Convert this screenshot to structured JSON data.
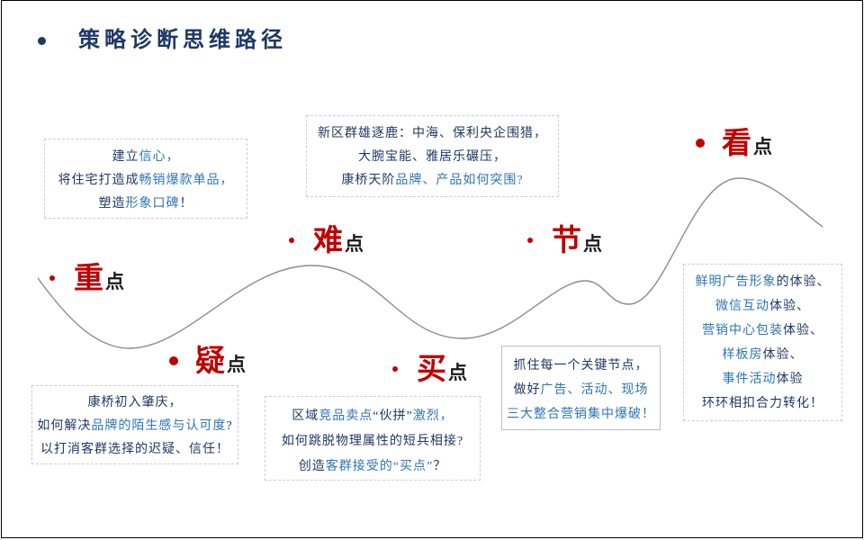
{
  "slide": {
    "title": "策略诊断思维路径"
  },
  "colors": {
    "dark": "#1F3864",
    "blue": "#2E74B5",
    "red": "#C00000",
    "black": "#1A1A1A",
    "curve": "#8C8C8C",
    "border": "#CDCDCD"
  },
  "points": [
    {
      "key": "zhong",
      "big": "重",
      "suffix": "点"
    },
    {
      "key": "yi",
      "big": "疑",
      "suffix": "点"
    },
    {
      "key": "nan",
      "big": "难",
      "suffix": "点"
    },
    {
      "key": "mai",
      "big": "买",
      "suffix": "点"
    },
    {
      "key": "jie",
      "big": "节",
      "suffix": "点"
    },
    {
      "key": "kan",
      "big": "看",
      "suffix": "点"
    }
  ],
  "boxes": {
    "confidence": {
      "lines": [
        [
          {
            "t": "建立",
            "c": "d"
          },
          {
            "t": "信心，",
            "c": "b"
          }
        ],
        [
          {
            "t": "将住宅打造成",
            "c": "d"
          },
          {
            "t": "畅销爆款单品，",
            "c": "b"
          }
        ],
        [
          {
            "t": "塑造",
            "c": "d"
          },
          {
            "t": "形象口碑",
            "c": "b"
          },
          {
            "t": "！",
            "c": "d"
          }
        ]
      ]
    },
    "competition": {
      "lines": [
        [
          {
            "t": "新区群雄逐鹿：中海、保利央企围猎，",
            "c": "d"
          }
        ],
        [
          {
            "t": "大腕宝能、雅居乐碾压，",
            "c": "d"
          }
        ],
        [
          {
            "t": "康桥天阶",
            "c": "d"
          },
          {
            "t": "品牌、产品如何突围?",
            "c": "b"
          }
        ]
      ]
    },
    "doubt": {
      "lines": [
        [
          {
            "t": "康桥初入肇庆，",
            "c": "d"
          }
        ],
        [
          {
            "t": "如何解决",
            "c": "d"
          },
          {
            "t": "品牌的陌生感与认可度",
            "c": "b"
          },
          {
            "t": "?",
            "c": "d"
          }
        ],
        [
          {
            "t": "以打消客群选择的迟疑、信任！",
            "c": "d"
          }
        ]
      ]
    },
    "buy": {
      "lines": [
        [
          {
            "t": "区域",
            "c": "d"
          },
          {
            "t": "竞品卖点",
            "c": "b"
          },
          {
            "t": "“伙拼”",
            "c": "d"
          },
          {
            "t": "激烈，",
            "c": "b"
          }
        ],
        [
          {
            "t": "如何跳脱物理属性的短兵相接?",
            "c": "d"
          }
        ],
        [
          {
            "t": "创造",
            "c": "d"
          },
          {
            "t": "客群接受的“买点”",
            "c": "b"
          },
          {
            "t": "？",
            "c": "d"
          }
        ]
      ]
    },
    "node": {
      "lines": [
        [
          {
            "t": "抓住每一个关键节点，",
            "c": "d"
          }
        ],
        [
          {
            "t": "做好",
            "c": "d"
          },
          {
            "t": "广告、活动、现场",
            "c": "b"
          }
        ],
        [
          {
            "t": "三大整合营销集中爆破！",
            "c": "b"
          }
        ]
      ]
    },
    "experience": {
      "lines": [
        [
          {
            "t": "鲜明广告形象",
            "c": "b"
          },
          {
            "t": "的体验、",
            "c": "d"
          }
        ],
        [
          {
            "t": "微信互动",
            "c": "b"
          },
          {
            "t": "体验、",
            "c": "d"
          }
        ],
        [
          {
            "t": "营销中心包装",
            "c": "b"
          },
          {
            "t": "体验、",
            "c": "d"
          }
        ],
        [
          {
            "t": "样板房",
            "c": "b"
          },
          {
            "t": "体验、",
            "c": "d"
          }
        ],
        [
          {
            "t": "事件活动",
            "c": "b"
          },
          {
            "t": "体验",
            "c": "d"
          }
        ],
        [
          {
            "t": "环环相扣合力转化！",
            "c": "d"
          }
        ]
      ]
    }
  }
}
